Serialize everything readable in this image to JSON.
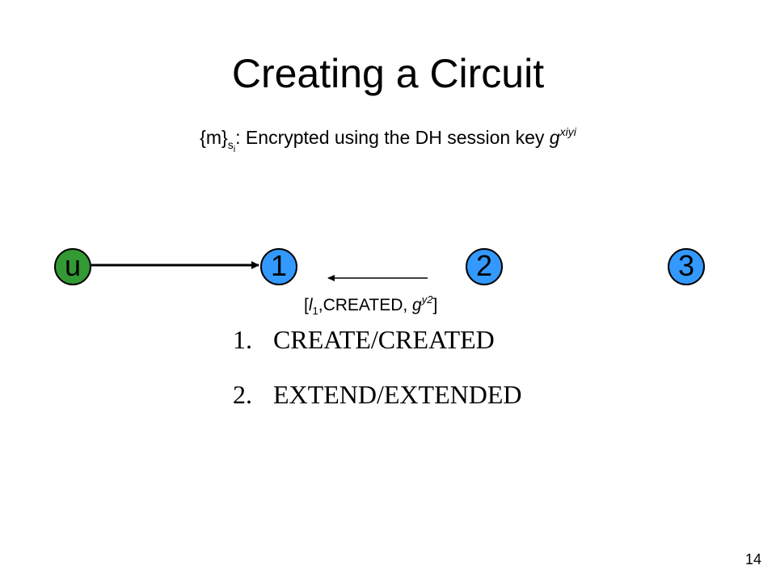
{
  "slide": {
    "title": "Creating a Circuit",
    "subtitle": {
      "prefix": "{m}",
      "sub_base": "s",
      "sub_index": "i",
      "text": ": Encrypted using the DH session key ",
      "key_base": "g",
      "key_exponent": "xiyi"
    },
    "number": "14"
  },
  "diagram": {
    "nodes": [
      {
        "id": "u",
        "label": "u",
        "fill": "#339933"
      },
      {
        "id": "1",
        "label": "1",
        "fill": "#3399ff"
      },
      {
        "id": "2",
        "label": "2",
        "fill": "#3399ff"
      },
      {
        "id": "3",
        "label": "3",
        "fill": "#3399ff"
      }
    ],
    "edge": {
      "from": "u",
      "to": "1",
      "directed": true
    },
    "message": {
      "direction": "2 to 1",
      "open_bracket": "[",
      "circuit_id": "l",
      "circuit_id_sub": "1",
      "middle": ",CREATED, ",
      "key_base": "g",
      "key_exponent": "y2",
      "close_bracket": "]"
    }
  },
  "steps": [
    {
      "number": "1.",
      "label": "CREATE/CREATED"
    },
    {
      "number": "2.",
      "label": "EXTEND/EXTENDED"
    }
  ]
}
